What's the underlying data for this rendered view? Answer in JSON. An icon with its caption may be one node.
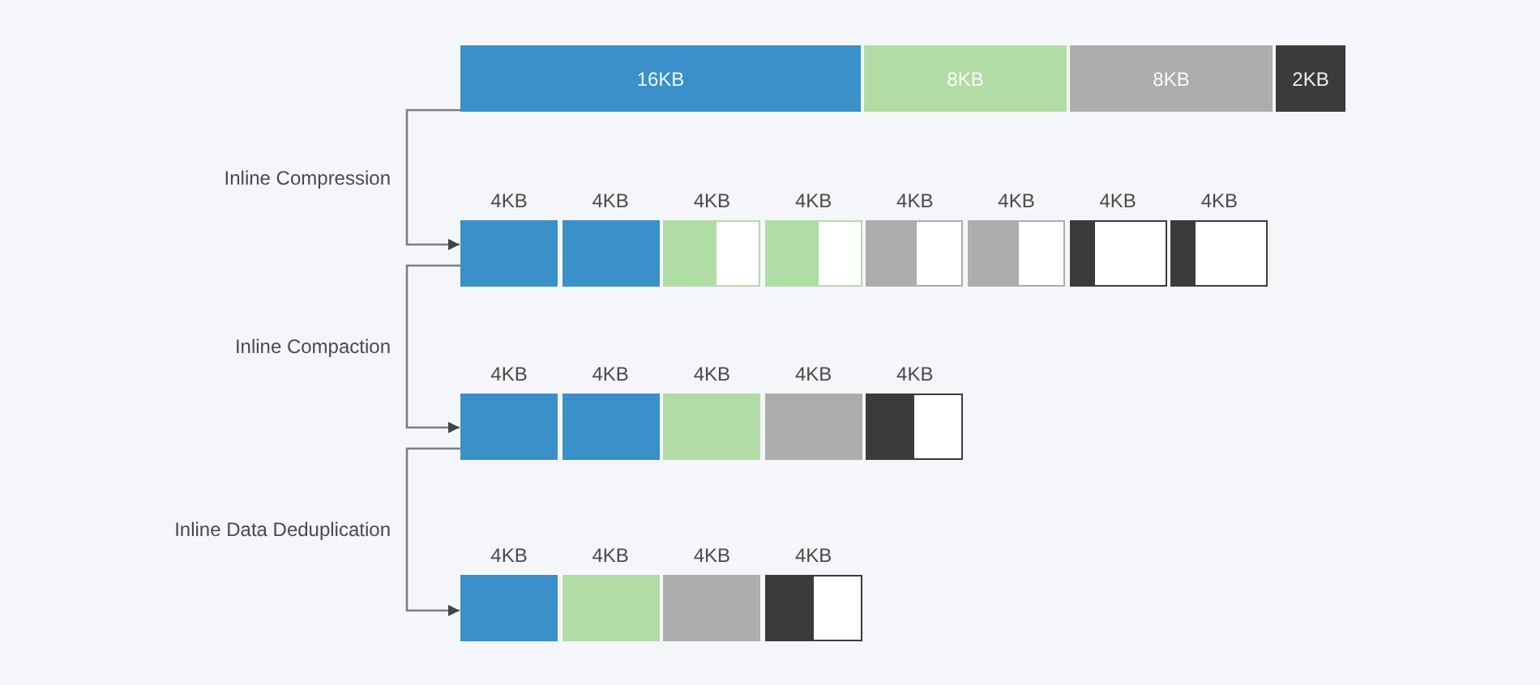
{
  "diagram": {
    "nodes": [
      {
        "text": [
          "16KB"
        ]
      },
      {
        "text": [
          "8KB"
        ]
      },
      {
        "text": [
          "8KB"
        ]
      },
      {
        "text": [
          "2KB"
        ]
      },
      {
        "text": [
          "4KB"
        ]
      },
      {
        "text": [
          "4KB"
        ]
      },
      {
        "text": [
          "4KB"
        ]
      },
      {
        "text": [
          "4KB"
        ]
      },
      {
        "text": [
          "4KB"
        ]
      },
      {
        "text": [
          "4KB"
        ]
      },
      {
        "text": [
          "4KB"
        ]
      },
      {
        "text": [
          "4KB"
        ]
      },
      {
        "text": [
          "4KB"
        ]
      },
      {
        "text": [
          "4KB"
        ]
      },
      {
        "text": [
          "4KB"
        ]
      },
      {
        "text": [
          "4KB"
        ]
      },
      {
        "text": [
          "4KB"
        ]
      },
      {
        "text": [
          "4KB"
        ]
      },
      {
        "text": [
          "4KB"
        ]
      },
      {
        "text": [
          "4KB"
        ]
      },
      {
        "text": [
          "4KB"
        ]
      }
    ],
    "edges": [
      {
        "from": 0,
        "to": 4,
        "arrow": "to",
        "label": "Inline Compression"
      },
      {
        "from": 4,
        "to": 12,
        "arrow": "to",
        "label": "Inline Compaction"
      },
      {
        "from": 12,
        "to": 17,
        "arrow": "to",
        "label": "Inline Data Deduplication"
      }
    ]
  }
}
